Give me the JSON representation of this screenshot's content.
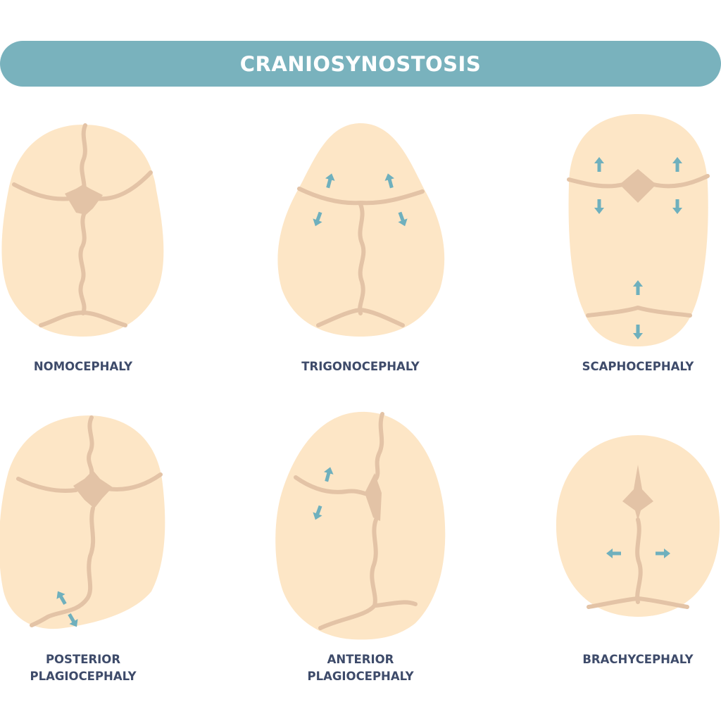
{
  "title": "CRANIOSYNOSTOSIS",
  "colors": {
    "title_bar": "#79b2bd",
    "skull": "#fde6c6",
    "suture": "#e3c3a6",
    "arrow": "#6fb0bd",
    "label": "#3e4b6a"
  },
  "types": [
    {
      "line1": "NOMOCEPHALY"
    },
    {
      "line1": "TRIGONOCEPHALY"
    },
    {
      "line1": "SCAPHOCEPHALY"
    },
    {
      "line1": "POSTERIOR",
      "line2": "PLAGIOCEPHALY"
    },
    {
      "line1": "ANTERIOR",
      "line2": "PLAGIOCEPHALY"
    },
    {
      "line1": "BRACHYCEPHALY"
    }
  ]
}
